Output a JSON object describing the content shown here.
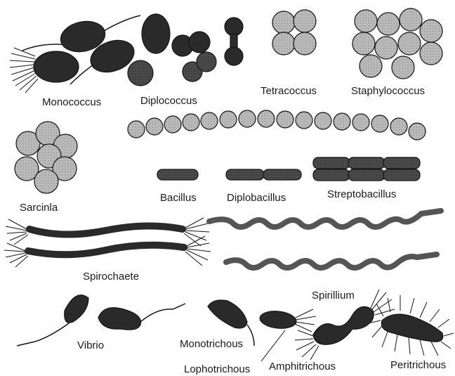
{
  "labels": {
    "monococcus": "Monococcus",
    "diplococcus": "Diplococcus",
    "tetracoccus": "Tetracoccus",
    "staphylococcus": "Staphylococcus",
    "sarcinla": "Sarcinla",
    "bacillus": "Bacillus",
    "diplobacillus": "Diplobacillus",
    "streptobacillus": "Streptobacillus",
    "spirochaete": "Spirochaete",
    "vibrio": "Vibrio",
    "monotrichous": "Monotrichous",
    "lophotrichous": "Lophotrichous",
    "amphitrichous": "Amphitrichous",
    "spirillium": "Spirillium",
    "peritrichous": "Peritrichous"
  },
  "colors": {
    "ink": "#151515",
    "coccus_fill": "#b9b9b9",
    "rod_fill": "#4a4a4a",
    "spiral_fill": "#6d6d6d"
  }
}
